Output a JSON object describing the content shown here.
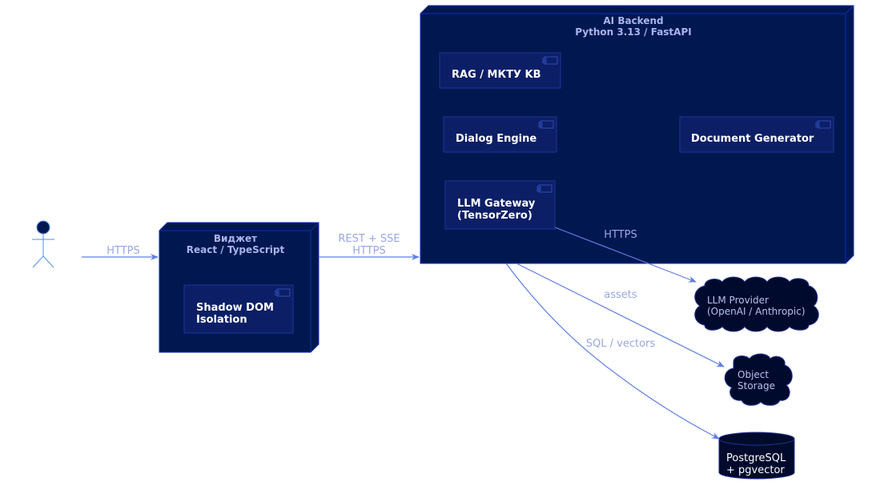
{
  "colors": {
    "node_fill": "#011750",
    "node_border": "#0a2fb0",
    "component_fill": "#0c1f66",
    "component_border": "#1d3596",
    "edge": "#5f7ee3",
    "edge_label": "#9aa6e2",
    "cloud_fill": "#000a2c",
    "actor": "#4f92e6"
  },
  "actor": {
    "icon": "user-icon"
  },
  "widget": {
    "title_line1": "Виджет",
    "title_line2": "React / TypeScript",
    "shadow_dom_line1": "Shadow DOM",
    "shadow_dom_line2": "Isolation"
  },
  "backend": {
    "title_line1": "AI Backend",
    "title_line2": "Python 3.13 / FastAPI",
    "rag": "RAG / МКТУ KB",
    "dialog_engine": "Dialog Engine",
    "document_generator": "Document Generator",
    "llm_gateway_line1": "LLM Gateway",
    "llm_gateway_line2": "(TensorZero)"
  },
  "external": {
    "llm_provider_line1": "LLM Provider",
    "llm_provider_line2": "(OpenAI / Anthropic)",
    "object_storage_line1": "Object",
    "object_storage_line2": "Storage",
    "postgres_line1": "PostgreSQL",
    "postgres_line2": "+ pgvector"
  },
  "edges": {
    "user_widget": "HTTPS",
    "widget_backend_line1": "REST + SSE",
    "widget_backend_line2": "HTTPS",
    "gateway_llm": "HTTPS",
    "backend_storage": "assets",
    "backend_db": "SQL / vectors"
  }
}
